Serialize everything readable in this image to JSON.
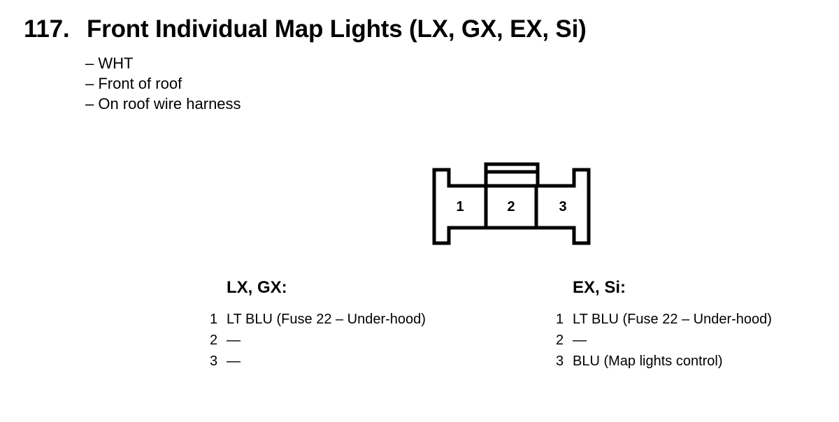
{
  "heading": {
    "number": "117.",
    "title": "Front Individual Map Lights (LX, GX, EX, Si)"
  },
  "notes": [
    "– WHT",
    "– Front of roof",
    "– On roof wire harness"
  ],
  "connector": {
    "pins": [
      "1",
      "2",
      "3"
    ]
  },
  "pinouts": [
    {
      "title": "LX, GX:",
      "rows": [
        {
          "pin": "1",
          "desc": "LT BLU (Fuse 22 – Under-hood)"
        },
        {
          "pin": "2",
          "desc": "—"
        },
        {
          "pin": "3",
          "desc": "—"
        }
      ]
    },
    {
      "title": "EX, Si:",
      "rows": [
        {
          "pin": "1",
          "desc": "LT BLU (Fuse 22 – Under-hood)"
        },
        {
          "pin": "2",
          "desc": "—"
        },
        {
          "pin": "3",
          "desc": "BLU (Map lights control)"
        }
      ]
    }
  ]
}
